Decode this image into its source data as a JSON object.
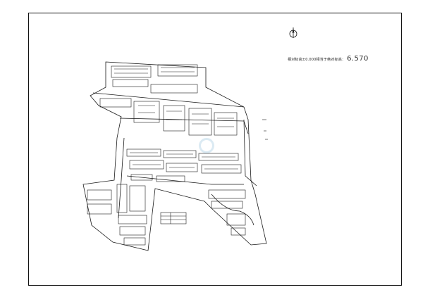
{
  "drawing": {
    "elevation_label": "相对标高±0.000相当于绝对标高：",
    "elevation_value": "6.570",
    "watermark_text": "",
    "colors": {
      "line": "#1a1a1a",
      "background": "#ffffff",
      "watermark": "#5aa0c8"
    }
  },
  "legend": {
    "rows": 3
  }
}
